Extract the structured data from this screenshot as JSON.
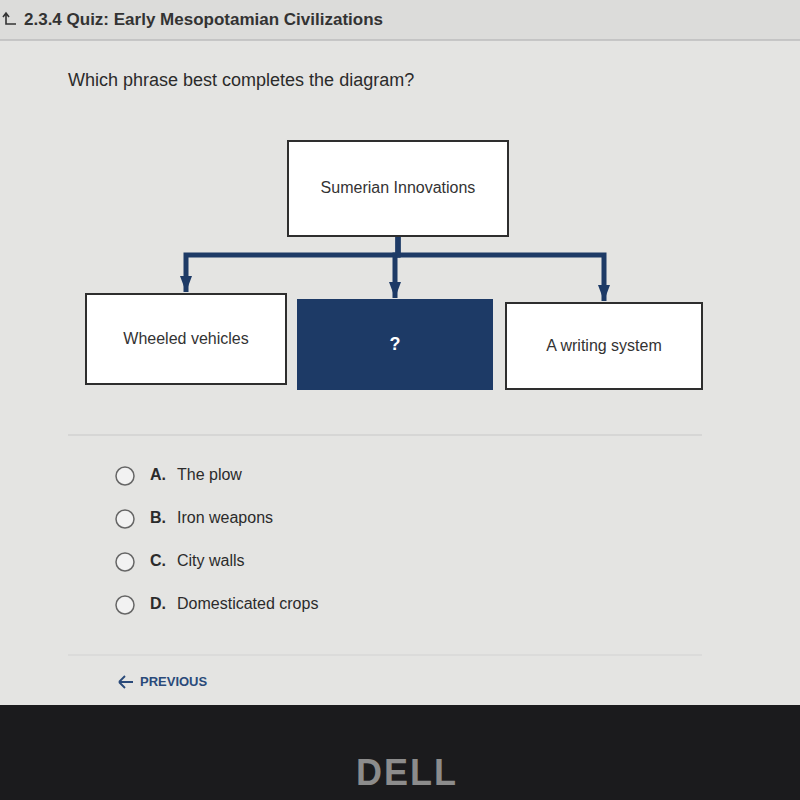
{
  "diagram": {
    "title": "2.3.4 Quiz: Early Mesopotamian Civilizations",
    "nodes": [
      {
        "text": [
          "Sumerian Innovations"
        ]
      },
      {
        "text": [
          "Wheeled vehicles"
        ]
      },
      {
        "text": [
          "?"
        ]
      },
      {
        "text": [
          "A writing system"
        ]
      }
    ],
    "edges": [
      {
        "from": 0,
        "to": 1,
        "arrow": "to"
      },
      {
        "from": 0,
        "to": 2,
        "arrow": "to"
      },
      {
        "from": 0,
        "to": 3,
        "arrow": "to"
      }
    ],
    "labels": [
      "Which phrase best completes the diagram?",
      "A.",
      "The plow",
      "B.",
      "Iron weapons",
      "C.",
      "City walls",
      "D.",
      "Domesticated crops",
      "PREVIOUS",
      "DELL"
    ]
  }
}
